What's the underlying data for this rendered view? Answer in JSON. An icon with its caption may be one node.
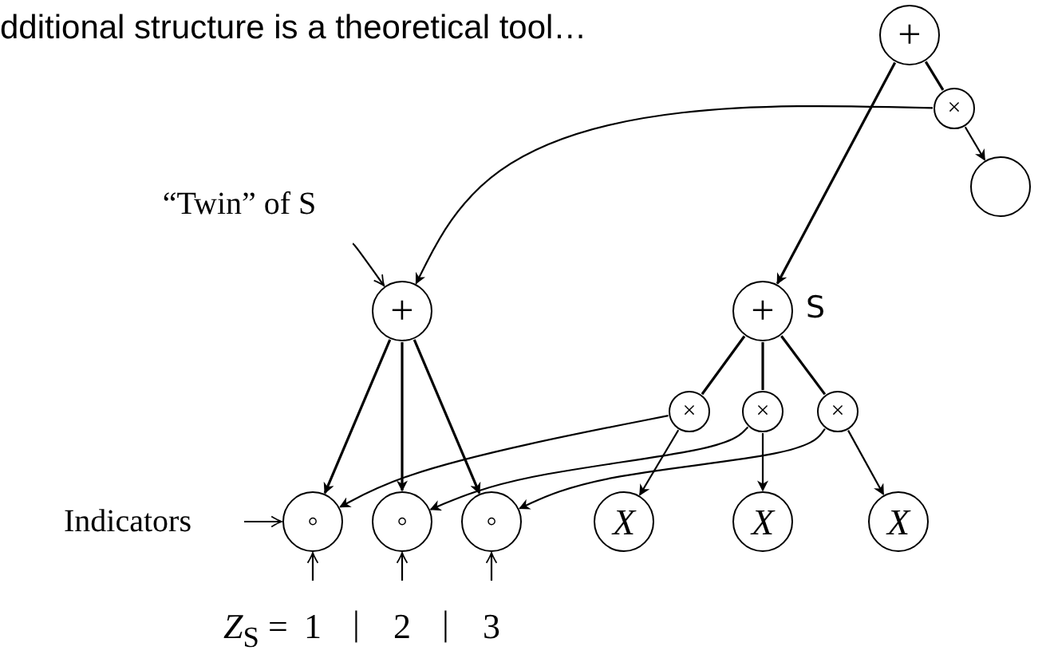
{
  "diagram": {
    "title": "dditional structure is a theoretical tool…",
    "nodes": [
      {
        "text": [
          "+"
        ]
      },
      {
        "text": [
          "×"
        ]
      },
      {
        "text": [],
        "shape": "circle"
      },
      {
        "text": [
          "+"
        ]
      },
      {
        "text": [
          "+"
        ],
        "beside": [
          "S"
        ]
      },
      {
        "text": [
          "×"
        ]
      },
      {
        "text": [
          "×"
        ]
      },
      {
        "text": [
          "×"
        ]
      },
      {
        "text": [
          "◦"
        ]
      },
      {
        "text": [
          "◦"
        ]
      },
      {
        "text": [
          "◦"
        ]
      },
      {
        "text": [
          "X"
        ]
      },
      {
        "text": [
          "X"
        ]
      },
      {
        "text": [
          "X"
        ]
      },
      {
        "text": [
          "“Twin” of S"
        ]
      },
      {
        "text": [
          "Indicators"
        ]
      },
      {
        "text": [
          "1"
        ]
      },
      {
        "text": [
          "2"
        ]
      },
      {
        "text": [
          "3"
        ]
      }
    ],
    "edges": [
      {
        "from": 0,
        "to": 1,
        "arrow": "none"
      },
      {
        "from": 1,
        "to": 2,
        "arrow": "to"
      },
      {
        "from": 1,
        "to": 3,
        "arrow": "to"
      },
      {
        "from": 0,
        "to": 4,
        "arrow": "to"
      },
      {
        "from": 3,
        "to": 8,
        "arrow": "to"
      },
      {
        "from": 3,
        "to": 9,
        "arrow": "to"
      },
      {
        "from": 3,
        "to": 10,
        "arrow": "to"
      },
      {
        "from": 4,
        "to": 5,
        "arrow": "none"
      },
      {
        "from": 4,
        "to": 6,
        "arrow": "none"
      },
      {
        "from": 4,
        "to": 7,
        "arrow": "none"
      },
      {
        "from": 5,
        "to": 11,
        "arrow": "to"
      },
      {
        "from": 6,
        "to": 12,
        "arrow": "to"
      },
      {
        "from": 7,
        "to": 13,
        "arrow": "to"
      },
      {
        "from": 5,
        "to": 8,
        "arrow": "to"
      },
      {
        "from": 6,
        "to": 9,
        "arrow": "to"
      },
      {
        "from": 7,
        "to": 10,
        "arrow": "to"
      },
      {
        "from": 14,
        "to": 3,
        "arrow": "to"
      },
      {
        "from": 15,
        "to": 8,
        "arrow": "to"
      },
      {
        "from": 16,
        "to": 8,
        "arrow": "to"
      },
      {
        "from": 17,
        "to": 9,
        "arrow": "to"
      },
      {
        "from": 18,
        "to": 10,
        "arrow": "to"
      }
    ],
    "labels": [
      "*Z*$_{S}$ =",
      "|",
      "|"
    ]
  }
}
